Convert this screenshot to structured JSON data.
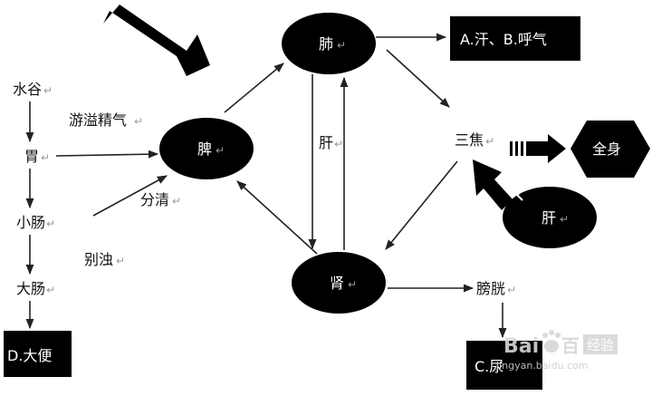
{
  "colors": {
    "ink": "#000000",
    "line": "#222222",
    "paper": "#ffffff",
    "mark": "#9a9a9a"
  },
  "left_chain": {
    "water_grain": "水谷",
    "stomach": "胃",
    "small_intestine": "小肠",
    "large_intestine": "大肠"
  },
  "labels": {
    "overflow_essence": "游溢精气",
    "separate_clear": "分清",
    "separate_turbid": "别浊",
    "liver_mid": "肝",
    "sanjiao": "三焦",
    "bladder": "膀胱"
  },
  "organs": {
    "spleen": "脾",
    "lung": "肺",
    "kidney": "肾",
    "liver": "肝"
  },
  "outputs": {
    "sweat_breath": "A.汗、B.呼气",
    "stool": "D.大便",
    "urine": "C.尿",
    "whole_body": "全身"
  },
  "para_mark": "↵",
  "watermark": {
    "brand": "Bai",
    "brand2": "百",
    "site": "jingyan.baidu.com",
    "label": "经验"
  }
}
